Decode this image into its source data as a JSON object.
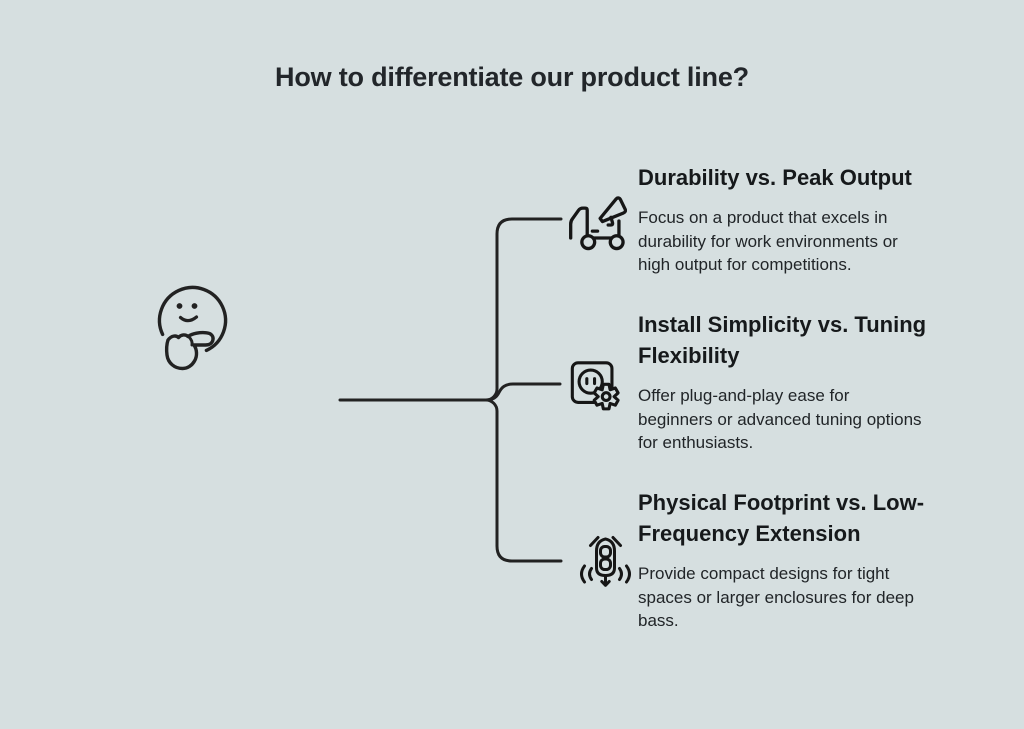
{
  "background_color": "#d6dfe0",
  "line_color": "#222222",
  "title": "How to differentiate our product line?",
  "thinker": {
    "icon": "thinking-face-icon"
  },
  "connector": {
    "style": "mindmap-branch",
    "branch_count": 3
  },
  "items": [
    {
      "icon": "truck-megaphone-icon",
      "heading": "Durability vs. Peak Output",
      "body": "Focus on a product that excels in durability for work environments or high output for competitions."
    },
    {
      "icon": "plug-socket-gear-icon",
      "heading": "Install Simplicity vs. Tuning Flexibility",
      "body": "Offer plug-and-play ease for beginners or advanced tuning options for enthusiasts."
    },
    {
      "icon": "subwoofer-vibration-icon",
      "heading": "Physical Footprint vs. Low-Frequency Extension",
      "body": "Provide compact designs for tight spaces or larger enclosures for deep bass."
    }
  ]
}
